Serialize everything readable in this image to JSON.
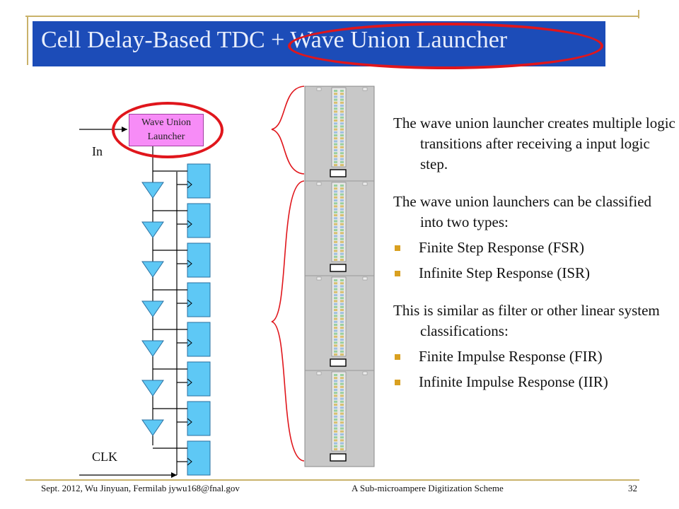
{
  "slide": {
    "title": "Cell Delay-Based TDC + Wave Union Launcher"
  },
  "diagram": {
    "launcher_label_line1": "Wave Union",
    "launcher_label_line2": "Launcher",
    "input_label": "In",
    "clock_label": "CLK",
    "delay_stage_count": 7,
    "flipflop_count": 8
  },
  "body": {
    "para1": "The wave union launcher creates multiple logic transitions after receiving a input logic step.",
    "para2": "The wave union launchers can be classified into two types:",
    "bullets2": [
      "Finite Step Response (FSR)",
      "Infinite Step Response (ISR)"
    ],
    "para3": "This is similar as filter or other linear system classifications:",
    "bullets3": [
      "Finite Impulse Response (FIR)",
      "Infinite Impulse Response (IIR)"
    ]
  },
  "footer": {
    "left": "Sept. 2012, Wu Jinyuan, Fermilab jywu168@fnal.gov",
    "center": "A Sub-microampere Digitization Scheme",
    "page": "32"
  },
  "colors": {
    "title_bar": "#1c4cb8",
    "highlight": "#e0161c",
    "launcher": "#f78cf7",
    "buffer": "#5ec8f5",
    "flipflop": "#5ec8f5",
    "bullet": "#d9a020"
  }
}
